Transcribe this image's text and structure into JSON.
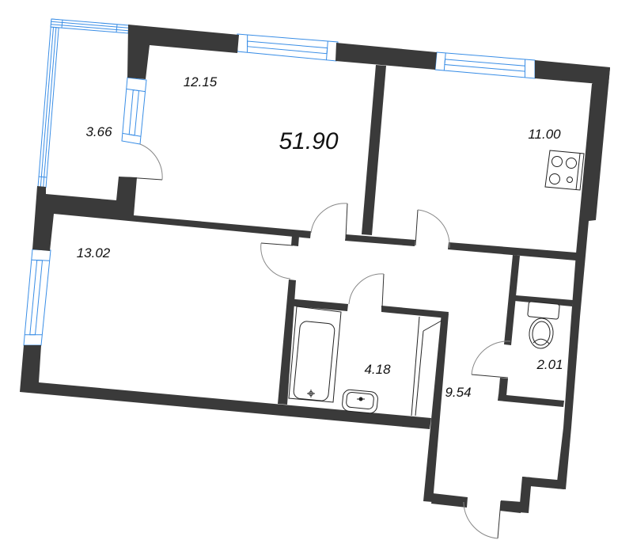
{
  "plan": {
    "total_area": "51.90",
    "rooms": [
      {
        "id": "balcony",
        "area": "3.66"
      },
      {
        "id": "room-1",
        "area": "12.15"
      },
      {
        "id": "kitchen",
        "area": "11.00"
      },
      {
        "id": "room-2",
        "area": "13.02"
      },
      {
        "id": "bathroom",
        "area": "4.18"
      },
      {
        "id": "hallway",
        "area": "9.54"
      },
      {
        "id": "wc",
        "area": "2.01"
      }
    ],
    "fixtures": [
      "bathtub-icon",
      "sink-icon",
      "shower-cabin-icon",
      "stove-icon",
      "toilet-icon"
    ]
  },
  "colors": {
    "wall": "#3a3a3a",
    "window": "#3a8ee6",
    "background": "#ffffff",
    "text": "#111111"
  }
}
